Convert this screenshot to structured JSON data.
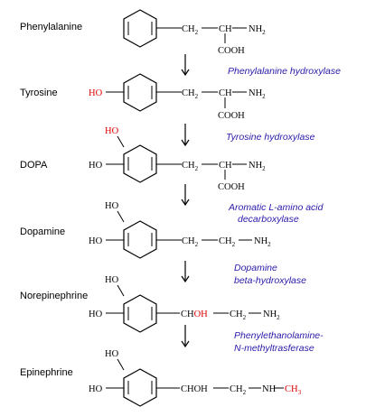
{
  "title": "",
  "colors": {
    "text": "#000000",
    "highlight": "#e00000",
    "enzyme": "#2a1aa8"
  },
  "compounds": [
    {
      "name": "Phenylalanine"
    },
    {
      "name": "Tyrosine"
    },
    {
      "name": "DOPA"
    },
    {
      "name": "Dopamine"
    },
    {
      "name": "Norepinephrine"
    },
    {
      "name": "Epinephrine"
    }
  ],
  "enzymes": [
    {
      "lines": [
        "Phenylalanine hydroxylase"
      ]
    },
    {
      "lines": [
        "Tyrosine hydroxylase"
      ]
    },
    {
      "lines": [
        "Aromatic L-amino acid",
        "decarboxylase"
      ]
    },
    {
      "lines": [
        "Dopamine",
        "beta-hydroxylase"
      ]
    },
    {
      "lines": [
        "Phenylethanolamine-",
        "N-methyltrasferase"
      ]
    }
  ],
  "labels": {
    "ho": "HO",
    "ch2": "CH",
    "ch": "CH",
    "nh2": "NH",
    "cooh": "COOH",
    "choh_c": "CH",
    "choh_oh": "OH",
    "choh_full": "CHOH",
    "nh": "NH",
    "ch3": "CH",
    "sub2": "2",
    "sub3": "3"
  }
}
